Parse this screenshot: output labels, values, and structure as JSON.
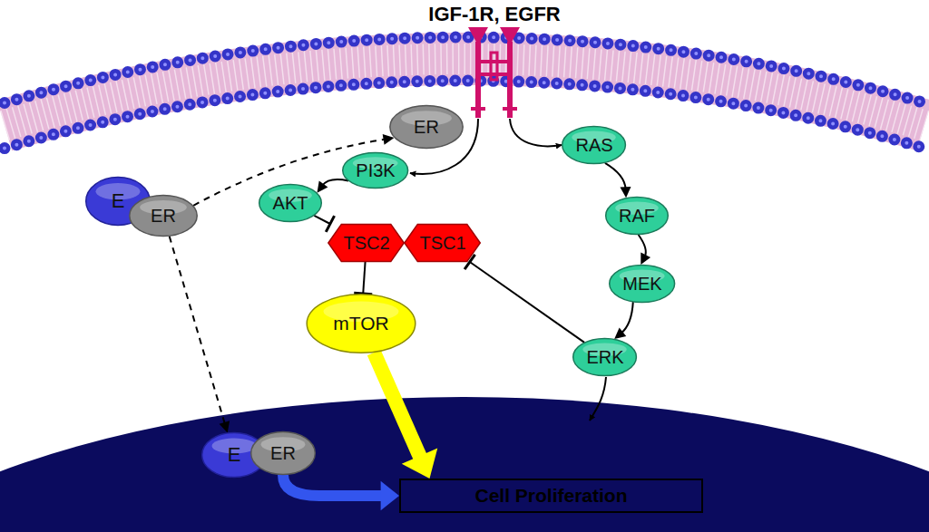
{
  "diagram": {
    "nodes": [
      {
        "text": [
          "ER"
        ]
      },
      {
        "text": [
          "PI3K"
        ]
      },
      {
        "text": [
          "RAS"
        ]
      },
      {
        "text": [
          "E"
        ]
      },
      {
        "text": [
          "ER"
        ]
      },
      {
        "text": [
          "AKT"
        ]
      },
      {
        "text": [
          "TSC2"
        ]
      },
      {
        "text": [
          "TSC1"
        ]
      },
      {
        "text": [
          "RAF"
        ]
      },
      {
        "text": [
          "MEK"
        ]
      },
      {
        "text": [
          "mTOR"
        ]
      },
      {
        "text": [
          "ERK"
        ]
      },
      {
        "text": [
          "E"
        ]
      },
      {
        "text": [
          "ER"
        ]
      },
      {
        "text": [
          "Cell Proliferation"
        ]
      }
    ],
    "edges": [
      {
        "from": 1,
        "to": 5,
        "arrow": "to"
      },
      {
        "from": 5,
        "to": 6,
        "arrow": "to"
      },
      {
        "from": 6,
        "to": 10,
        "arrow": "to"
      },
      {
        "from": 2,
        "to": 8,
        "arrow": "to"
      },
      {
        "from": 8,
        "to": 9,
        "arrow": "to"
      },
      {
        "from": 9,
        "to": 11,
        "arrow": "to"
      },
      {
        "from": 11,
        "to": 7,
        "arrow": "to"
      },
      {
        "from": 10,
        "to": 14,
        "arrow": "to"
      },
      {
        "from": 4,
        "to": 0,
        "arrow": "to"
      },
      {
        "from": 4,
        "to": 12,
        "arrow": "to"
      },
      {
        "from": 13,
        "to": 14,
        "arrow": "to"
      }
    ],
    "labels": [
      "IGF-1R, EGFR"
    ]
  }
}
